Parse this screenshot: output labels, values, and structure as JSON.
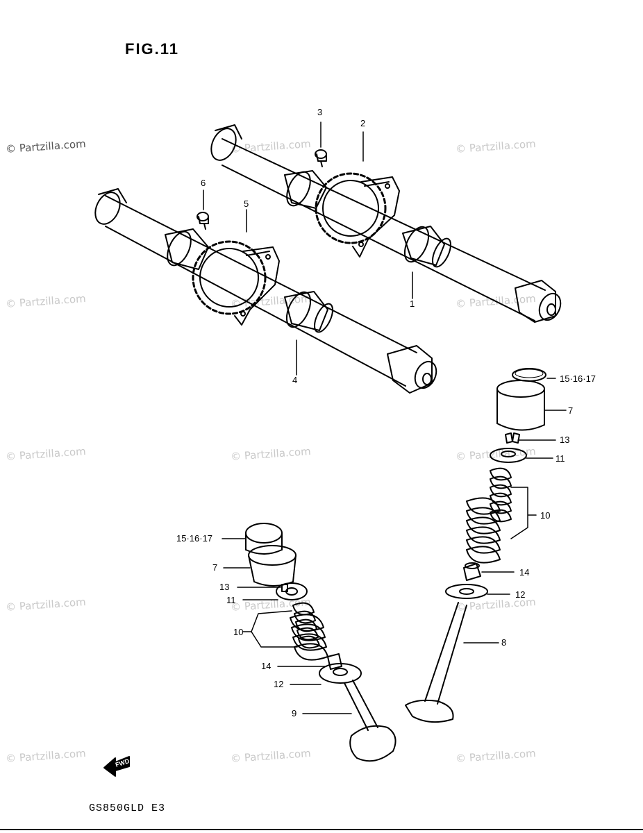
{
  "figure": {
    "title": "FIG.11",
    "model_code": "GS850GLD  E3",
    "fwd_label": "FWD"
  },
  "watermarks": {
    "text": "© Partzilla.com"
  },
  "callouts": [
    {
      "id": "c1",
      "label": "1"
    },
    {
      "id": "c2",
      "label": "2"
    },
    {
      "id": "c3",
      "label": "3"
    },
    {
      "id": "c4",
      "label": "4"
    },
    {
      "id": "c5",
      "label": "5"
    },
    {
      "id": "c6",
      "label": "6"
    },
    {
      "id": "c7a",
      "label": "7"
    },
    {
      "id": "c7b",
      "label": "7"
    },
    {
      "id": "c8",
      "label": "8"
    },
    {
      "id": "c9",
      "label": "9"
    },
    {
      "id": "c10a",
      "label": "10"
    },
    {
      "id": "c10b",
      "label": "10"
    },
    {
      "id": "c11a",
      "label": "11"
    },
    {
      "id": "c11b",
      "label": "11"
    },
    {
      "id": "c12a",
      "label": "12"
    },
    {
      "id": "c12b",
      "label": "12"
    },
    {
      "id": "c13a",
      "label": "13"
    },
    {
      "id": "c13b",
      "label": "13"
    },
    {
      "id": "c14a",
      "label": "14"
    },
    {
      "id": "c14b",
      "label": "14"
    },
    {
      "id": "c15a",
      "label": "15·16·17"
    },
    {
      "id": "c15b",
      "label": "15·16·17"
    }
  ]
}
